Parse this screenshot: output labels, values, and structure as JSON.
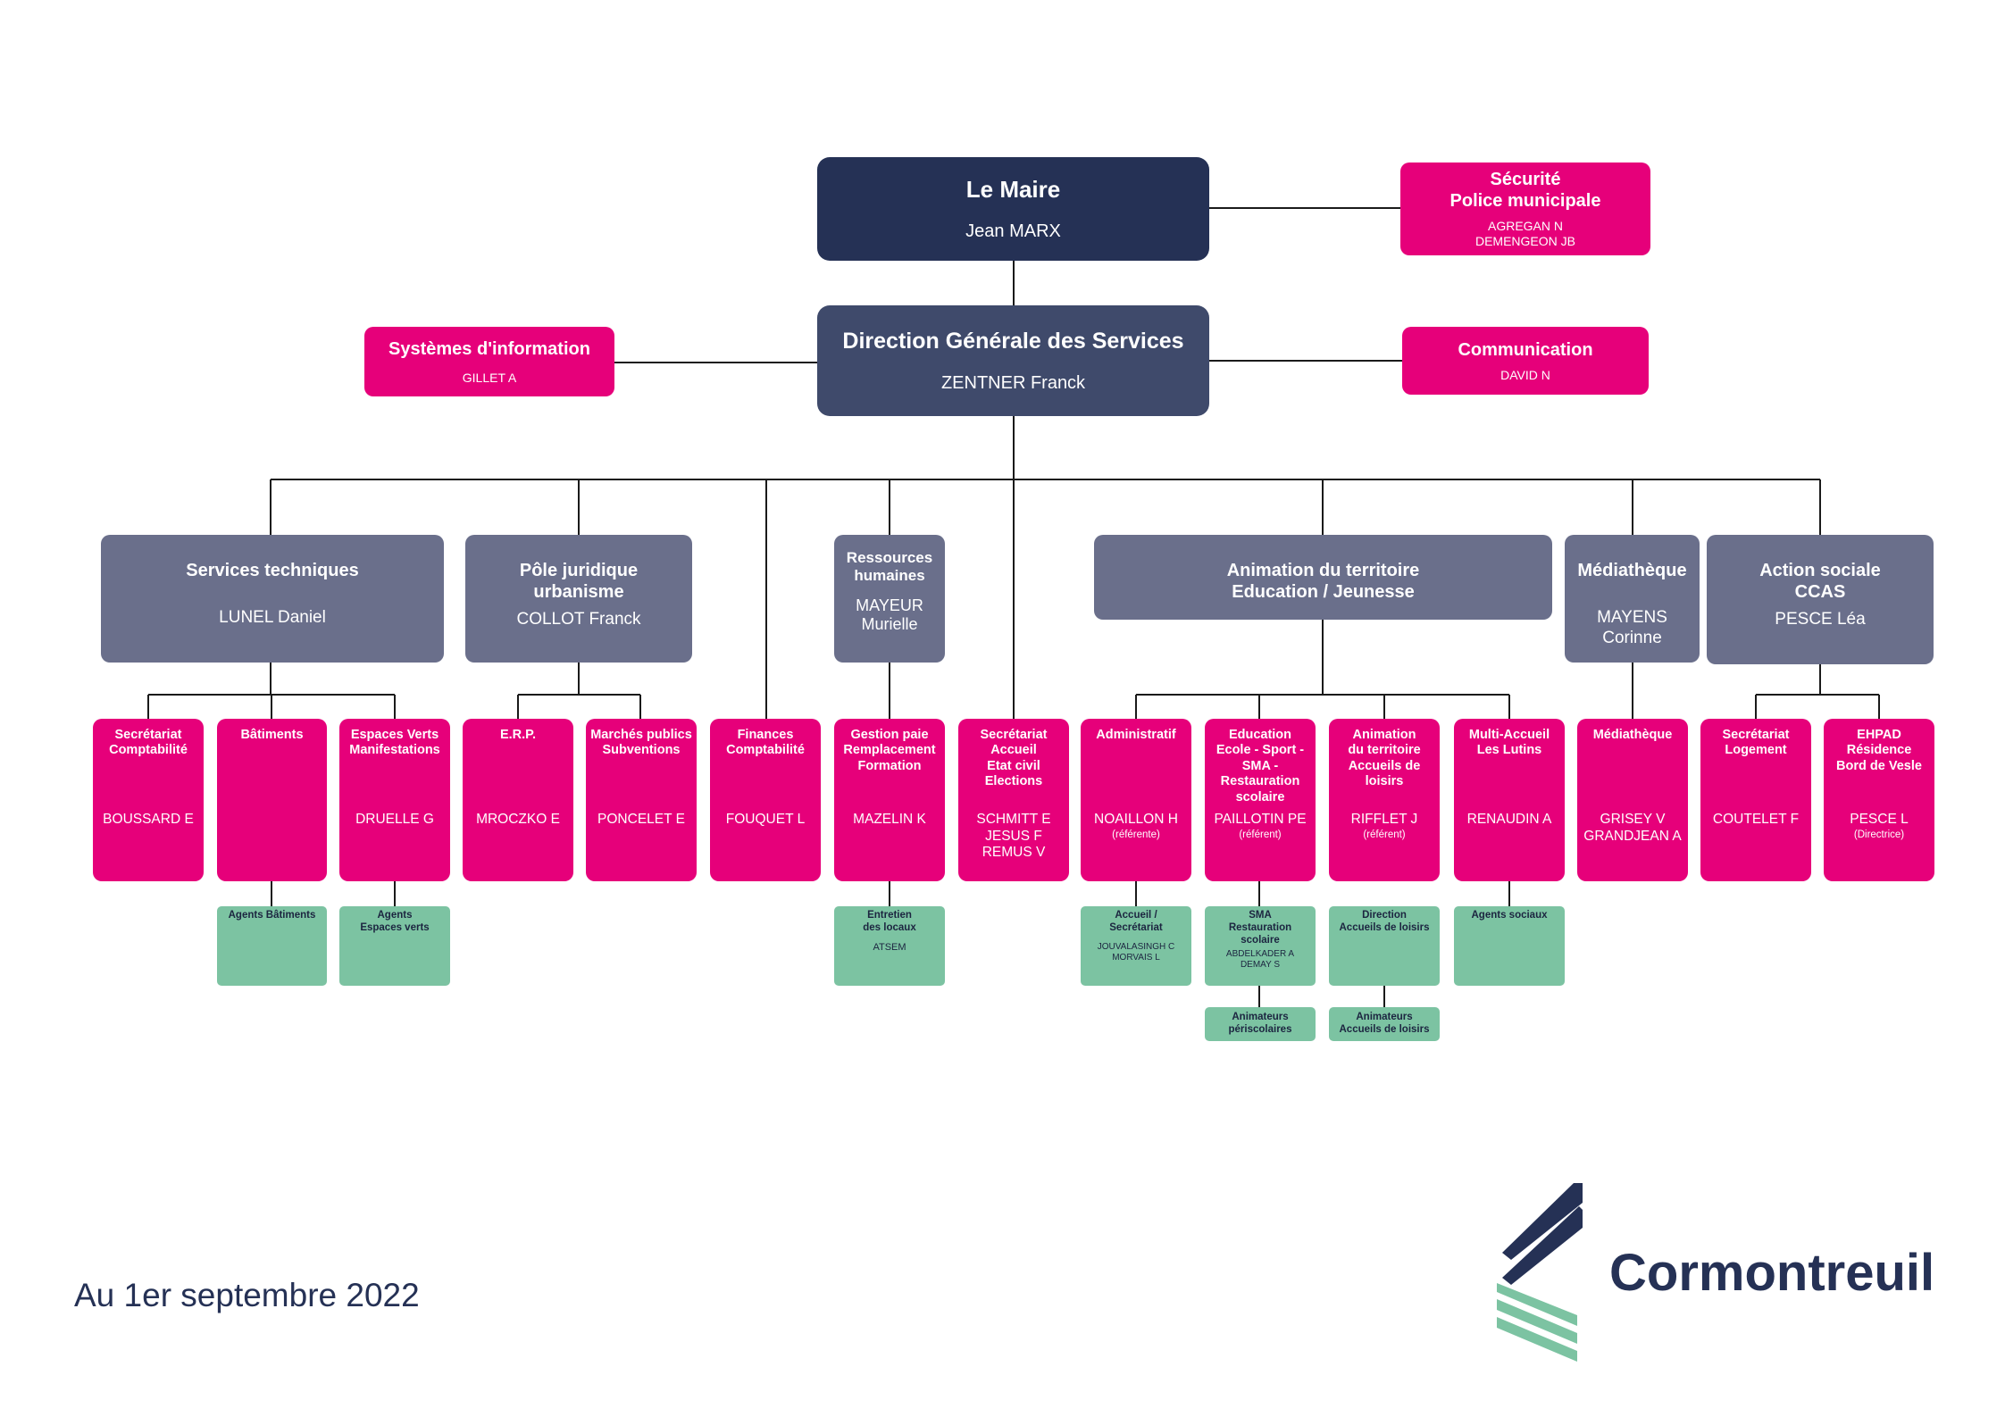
{
  "colors": {
    "navy": "#253155",
    "slate": "#3f4a6b",
    "gray": "#6a6f8b",
    "pink": "#e6007a",
    "green": "#7cc3a2",
    "line": "#1a1a1a"
  },
  "top": {
    "maire": {
      "title": "Le Maire",
      "name": "Jean MARX"
    },
    "dgs": {
      "title": "Direction Générale des Services",
      "name": "ZENTNER Franck"
    },
    "securite": {
      "title": "Sécurité\nPolice municipale",
      "name": "AGREGAN N\nDEMENGEON JB"
    },
    "systemes": {
      "title": "Systèmes d'information",
      "name": "GILLET A"
    },
    "communication": {
      "title": "Communication",
      "name": "DAVID N"
    }
  },
  "services": [
    {
      "title": "Services techniques",
      "name": "LUNEL Daniel"
    },
    {
      "title": "Pôle juridique\nurbanisme",
      "name": "COLLOT Franck"
    },
    {
      "title": "Ressources\nhumaines",
      "name": "MAYEUR\nMurielle"
    },
    {
      "title": "Animation du territoire\nEducation / Jeunesse",
      "name": ""
    },
    {
      "title": "Médiathèque",
      "name": "MAYENS\nCorinne"
    },
    {
      "title": "Action sociale\nCCAS",
      "name": "PESCE Léa"
    }
  ],
  "units": [
    {
      "title": "Secrétariat\nComptabilité",
      "name": "BOUSSARD E",
      "note": ""
    },
    {
      "title": "Bâtiments",
      "name": "",
      "note": ""
    },
    {
      "title": "Espaces Verts\nManifestations",
      "name": "DRUELLE G",
      "note": ""
    },
    {
      "title": "E.R.P.",
      "name": "MROCZKO E",
      "note": ""
    },
    {
      "title": "Marchés publics\nSubventions",
      "name": "PONCELET E",
      "note": ""
    },
    {
      "title": "Finances\nComptabilité",
      "name": "FOUQUET L",
      "note": ""
    },
    {
      "title": "Gestion paie\nRemplacement\nFormation",
      "name": "MAZELIN K",
      "note": ""
    },
    {
      "title": "Secrétariat\nAccueil\nEtat civil\nElections",
      "name": "SCHMITT E\nJESUS F\nREMUS V",
      "note": ""
    },
    {
      "title": "Administratif",
      "name": "NOAILLON H",
      "note": "(référente)"
    },
    {
      "title": "Education\nEcole - Sport -\nSMA -\nRestauration\nscolaire",
      "name": "PAILLOTIN PE",
      "note": "(référent)"
    },
    {
      "title": "Animation\ndu territoire\nAccueils de\nloisirs",
      "name": "RIFFLET J",
      "note": "(référent)"
    },
    {
      "title": "Multi-Accueil\nLes Lutins",
      "name": "RENAUDIN A",
      "note": ""
    },
    {
      "title": "Médiathèque",
      "name": "GRISEY V\nGRANDJEAN A",
      "note": ""
    },
    {
      "title": "Secrétariat\nLogement",
      "name": "COUTELET F",
      "note": ""
    },
    {
      "title": "EHPAD\nRésidence\nBord de Vesle",
      "name": "PESCE L",
      "note": "(Directrice)"
    }
  ],
  "agents": [
    {
      "title": "Agents Bâtiments",
      "name": ""
    },
    {
      "title": "Agents\nEspaces verts",
      "name": ""
    },
    {
      "title": "Entretien\ndes locaux",
      "name": "ATSEM"
    },
    {
      "title": "Accueil /\nSecrétariat",
      "name": "JOUVALASINGH C\nMORVAIS L"
    },
    {
      "title": "SMA\nRestauration\nscolaire",
      "name": "ABDELKADER A\nDEMAY S"
    },
    {
      "title": "Direction\nAccueils de loisirs",
      "name": ""
    },
    {
      "title": "Agents sociaux",
      "name": ""
    },
    {
      "title": "Animateurs\npériscolaires",
      "name": ""
    },
    {
      "title": "Animateurs\nAccueils de loisirs",
      "name": ""
    }
  ],
  "footer": {
    "date": "Au 1er septembre 2022",
    "brand": "Cormontreuil"
  }
}
